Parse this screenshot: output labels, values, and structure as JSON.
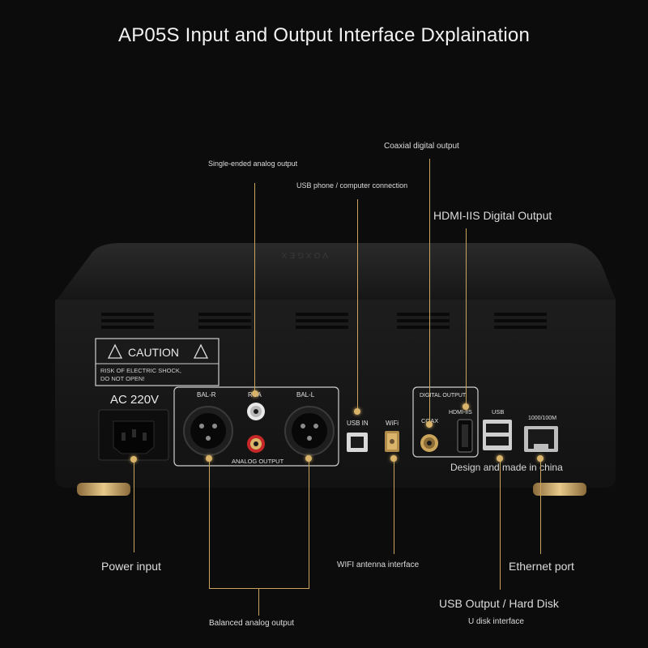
{
  "title": "AP05S Input and Output Interface Dxplaination",
  "device": {
    "brand_mark": "VOXGEX",
    "caution_title": "CAUTION",
    "caution_line1": "RISK OF ELECTRIC SHOCK,",
    "caution_line2": "DO NOT OPEN!",
    "power_label": "AC 220V",
    "bal_r": "BAL-R",
    "rca": "RCA",
    "bal_l": "BAL-L",
    "analog_output": "ANALOG OUTPUT",
    "usb_in": "USB IN",
    "wifi": "WiFi",
    "digital_output": "DIGITAL OUTPUT",
    "coax": "COAX",
    "hdmi_iis": "HDMI-IIS",
    "usb": "USB",
    "ethernet_speed": "1000/100M",
    "design_text": "Design and made in china"
  },
  "callouts": {
    "single_ended": "Single-ended analog output",
    "coaxial": "Coaxial digital output",
    "usb_phone": "USB phone / computer connection",
    "hdmi": "HDMI-IIS Digital Output",
    "power": "Power input",
    "wifi": "WIFI antenna interface",
    "ethernet": "Ethernet port",
    "usb_output": "USB Output / Hard Disk",
    "udisk": "U disk interface",
    "balanced": "Balanced analog output"
  },
  "colors": {
    "background": "#0c0c0c",
    "accent_gold": "#d9b46a",
    "chassis": "#1b1b1b"
  }
}
